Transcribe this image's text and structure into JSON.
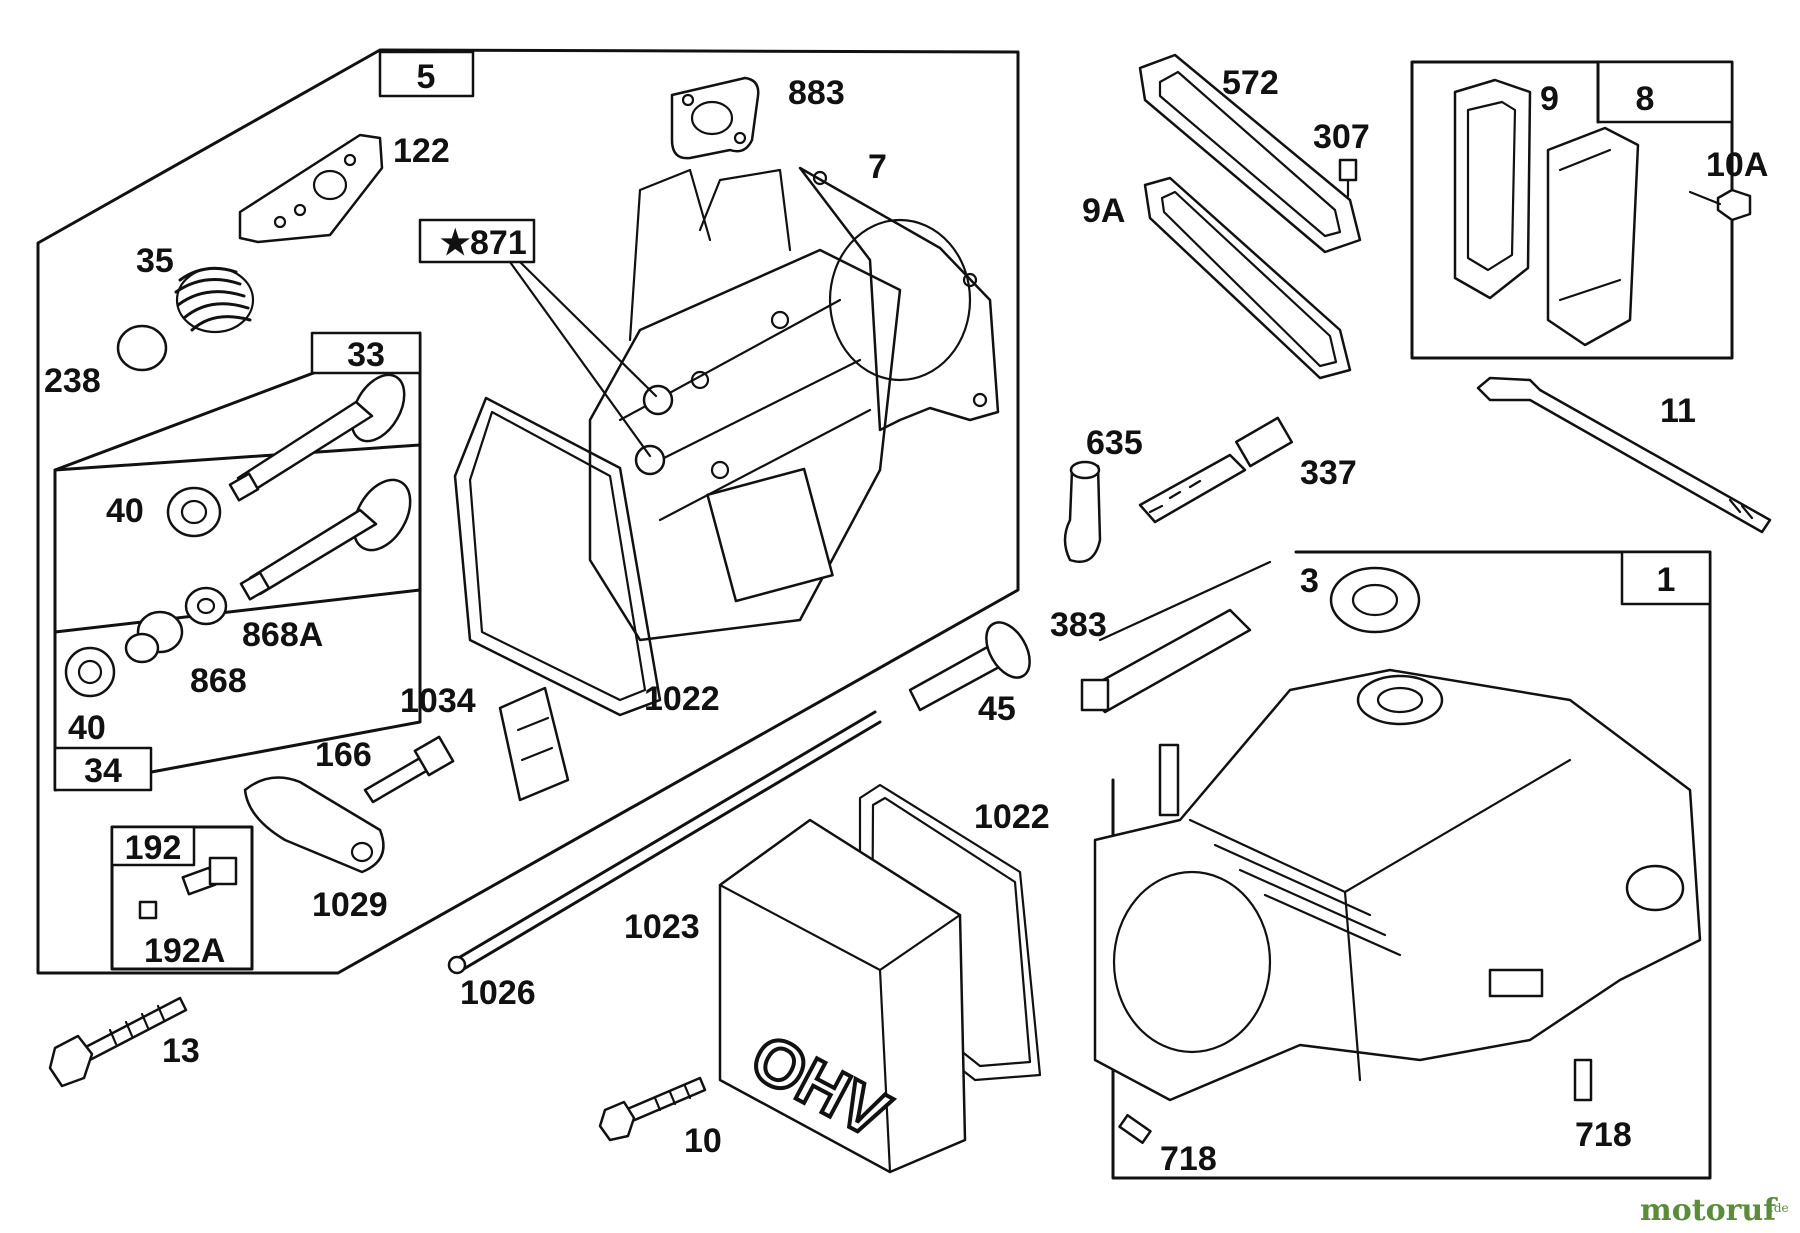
{
  "diagram": {
    "group_labels": {
      "g5": "5",
      "g33": "33",
      "g34": "34",
      "g192": "192",
      "g8": "8",
      "g1": "1"
    },
    "part_labels": {
      "p883": "883",
      "p122": "122",
      "p7": "7",
      "p871": "871",
      "p871_star": "★",
      "p35": "35",
      "p238": "238",
      "p40a": "40",
      "p868A": "868A",
      "p868": "868",
      "p40b": "40",
      "p1034": "1034",
      "p1022a": "1022",
      "p166": "166",
      "p45": "45",
      "p1029": "1029",
      "p192A": "192A",
      "p13": "13",
      "p1026": "1026",
      "p1022b": "1022",
      "p1023": "1023",
      "p10": "10",
      "p572": "572",
      "p307": "307",
      "p9A": "9A",
      "p9": "9",
      "p10A": "10A",
      "p11": "11",
      "p635": "635",
      "p337": "337",
      "p383": "383",
      "p3": "3",
      "p718a": "718",
      "p718b": "718"
    },
    "cover_text": "OHV",
    "watermark": {
      "name": "motoruf",
      "suffix": ".de"
    }
  }
}
